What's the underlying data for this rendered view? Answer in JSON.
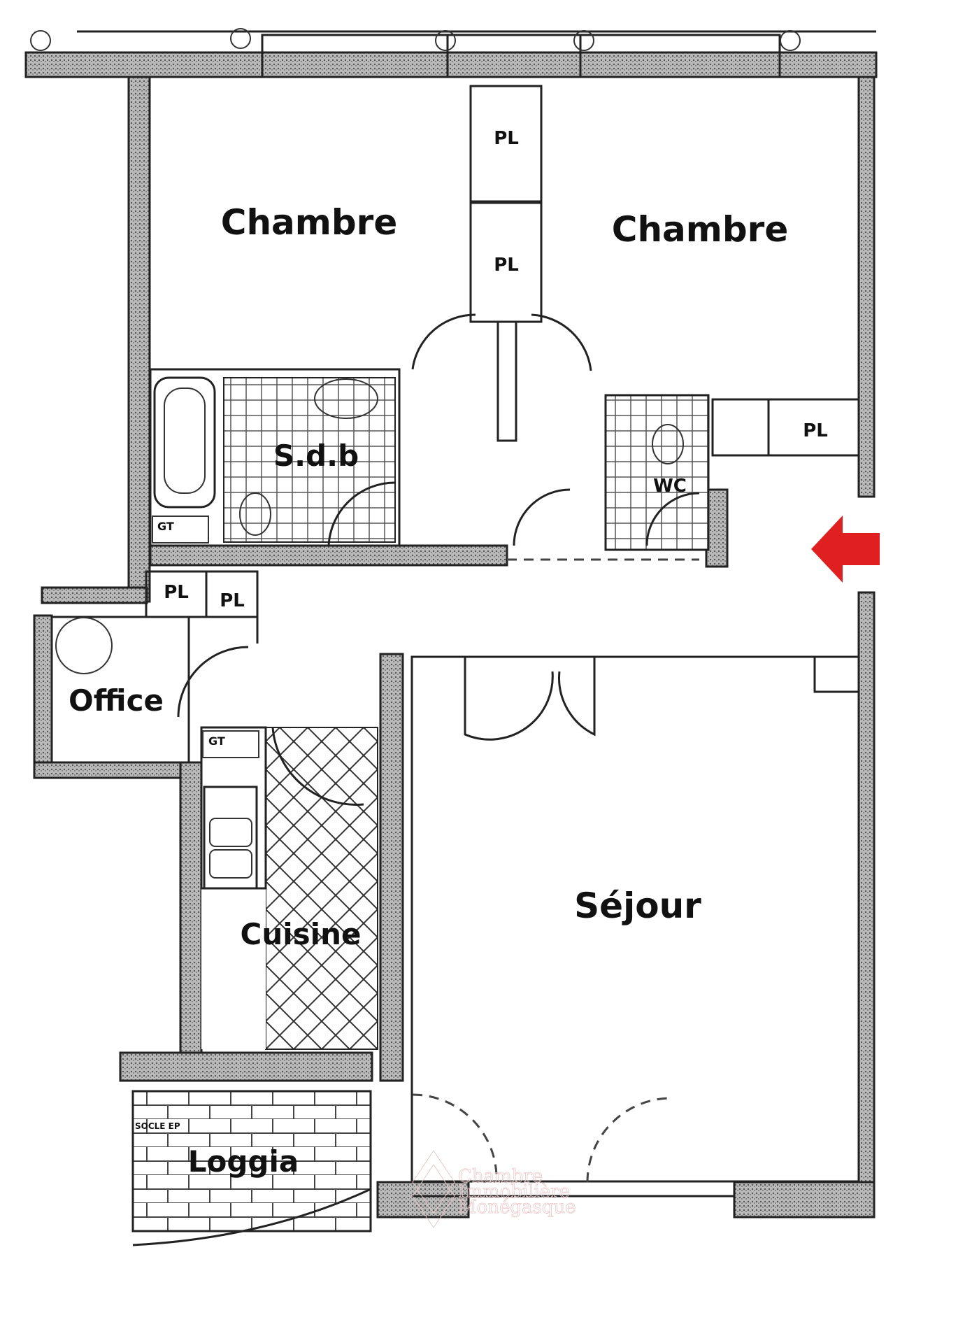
{
  "rooms": {
    "chambre_1": "Chambre",
    "chambre_2": "Chambre",
    "sdb": "S.d.b",
    "wc": "WC",
    "office": "Office",
    "cuisine": "Cuisine",
    "sejour": "Séjour",
    "loggia": "Loggia"
  },
  "closets": [
    "PL",
    "PL",
    "PL",
    "PL",
    "PL"
  ],
  "fixtures": {
    "gt_1": "GT",
    "gt_2": "GT",
    "socle": "SOCLE EP"
  },
  "watermark": [
    "Chambre",
    "Immobilière",
    "Monégasque"
  ],
  "entrance_arrow_color": "#e02020"
}
